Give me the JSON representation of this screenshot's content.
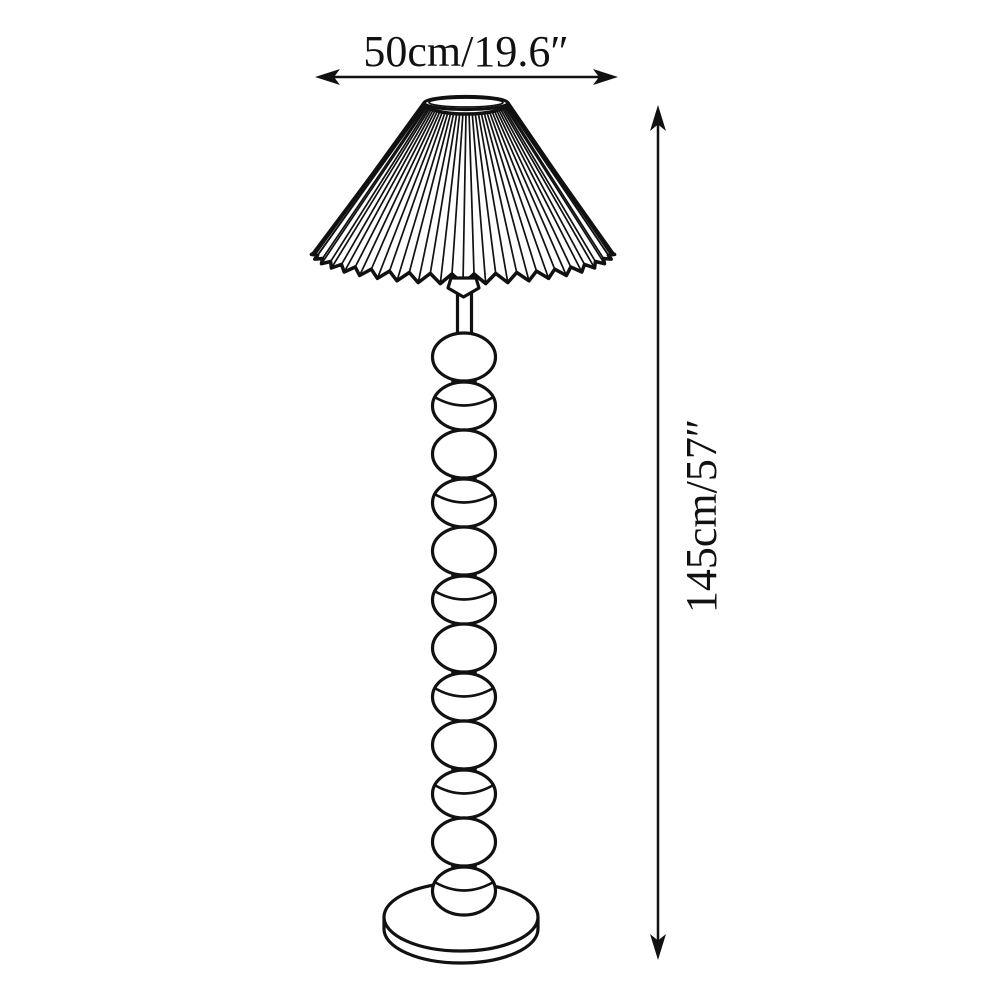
{
  "page": {
    "background_color": "#ffffff",
    "line_color": "#111111"
  },
  "diagram": {
    "subject": "Pleated-shade bobbin floor lamp - technical dimension line drawing",
    "width_dimension": {
      "label": "50cm/19.6″"
    },
    "height_dimension": {
      "label": "145cm/57″"
    }
  }
}
